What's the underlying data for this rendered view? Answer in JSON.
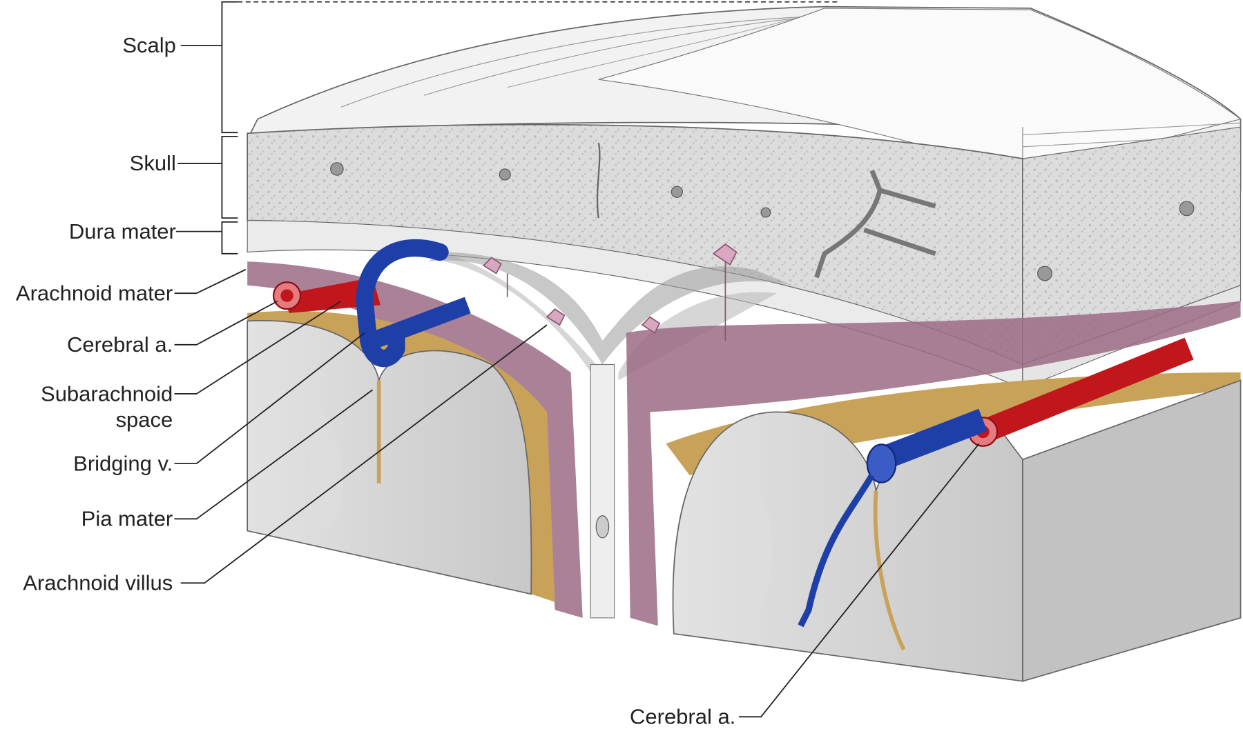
{
  "labels": {
    "scalp": "Scalp",
    "skull": "Skull",
    "dura_mater": "Dura mater",
    "arachnoid_mater": "Arachnoid mater",
    "cerebral_a_left": "Cerebral a.",
    "subarachnoid_line1": "Subarachnoid",
    "subarachnoid_line2": "space",
    "bridging_v": "Bridging v.",
    "pia_mater": "Pia mater",
    "arachnoid_villus": "Arachnoid villus",
    "cerebral_a_bottom": "Cerebral a."
  },
  "colors": {
    "scalp": "#eeeeee",
    "bone": "#d9d9d9",
    "dura": "#e6e6e6",
    "arachnoid": "#9c6b85",
    "pia": "#c9a25a",
    "brain": "#cfcfcf",
    "artery": "#c0161c",
    "vein": "#1f3fa8"
  }
}
